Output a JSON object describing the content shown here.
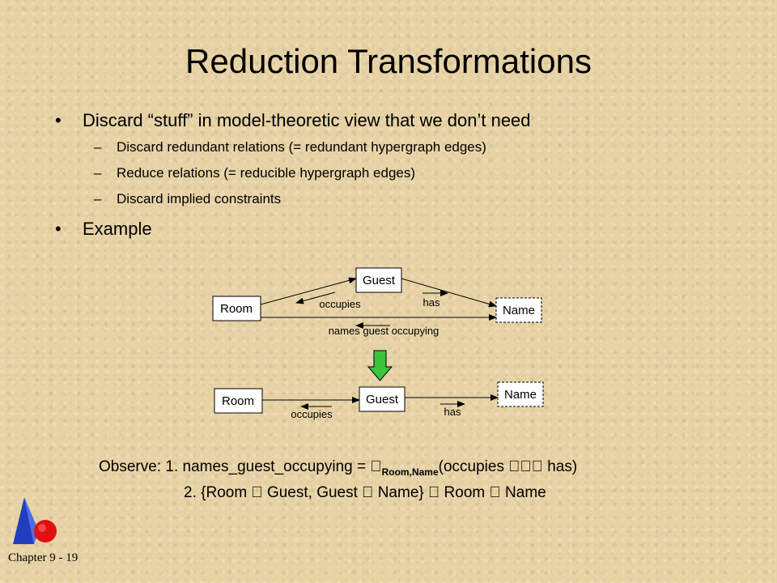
{
  "title": "Reduction Transformations",
  "bullets": [
    {
      "text": "Discard “stuff” in model-theoretic view that we don’t need",
      "sub": [
        "Discard redundant relations (= redundant hypergraph edges)",
        "Reduce relations (= reducible hypergraph edges)",
        "Discard implied constraints"
      ]
    },
    {
      "text": "Example",
      "sub": []
    }
  ],
  "bullet_symbol": "•",
  "dash_symbol": "–",
  "diagram": {
    "top": {
      "room": "Room",
      "guest": "Guest",
      "name": "Name",
      "occupies": "occupies",
      "has": "has",
      "names_guest": "names guest occupying"
    },
    "bottom": {
      "room": "Room",
      "guest": "Guest",
      "name": "Name",
      "occupies": "occupies",
      "has": "has"
    },
    "arrow_color": "#3cc43c"
  },
  "observe": {
    "label": "Observe:",
    "line1_pre": "1. names_guest_occupying = ",
    "line1_sub": "Room,Name",
    "line1_post": "(occupies  has)",
    "line2": "2. {Room  Guest, Guest  Name}  Room  Name"
  },
  "footer": "Chapter 9 - 19",
  "logo_colors": {
    "blue": "#1f3fbf",
    "red": "#e01010"
  }
}
